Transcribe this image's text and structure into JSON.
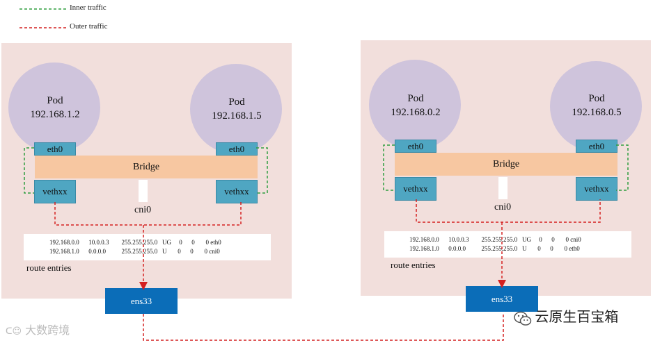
{
  "legend": {
    "inner_label": "Inner traffic",
    "outer_label": "Outer traffic",
    "inner_color": "#2e9e3e",
    "outer_color": "#d42020"
  },
  "hosts": [
    {
      "pods": [
        {
          "title": "Pod",
          "ip": "192.168.1.2",
          "iface": "eth0"
        },
        {
          "title": "Pod",
          "ip": "192.168.1.5",
          "iface": "eth0"
        }
      ],
      "bridge_label": "Bridge",
      "veth_left": "vethxx",
      "veth_right": "vethxx",
      "cni_label": "cni0",
      "routes": [
        "192.168.0.0      10.0.0.3        255.255.255.0   UG     0      0       0 eth0",
        "192.168.1.0      0.0.0.0          255.255.255.0   U       0      0       0 cni0"
      ],
      "route_title": "route entries",
      "nic": "ens33"
    },
    {
      "pods": [
        {
          "title": "Pod",
          "ip": "192.168.0.2",
          "iface": "eth0"
        },
        {
          "title": "Pod",
          "ip": "192.168.0.5",
          "iface": "eth0"
        }
      ],
      "bridge_label": "Bridge",
      "veth_left": "vethxx",
      "veth_right": "vethxx",
      "cni_label": "cni0",
      "routes": [
        "192.168.0.0      10.0.0.3        255.255.255.0   UG     0      0       0 cni0",
        "192.168.1.0      0.0.0.0          255.255.255.0   U       0      0       0 eth0"
      ],
      "route_title": "route entries",
      "nic": "ens33"
    }
  ],
  "watermarks": {
    "left": "大数跨境",
    "right": "云原生百宝箱"
  }
}
